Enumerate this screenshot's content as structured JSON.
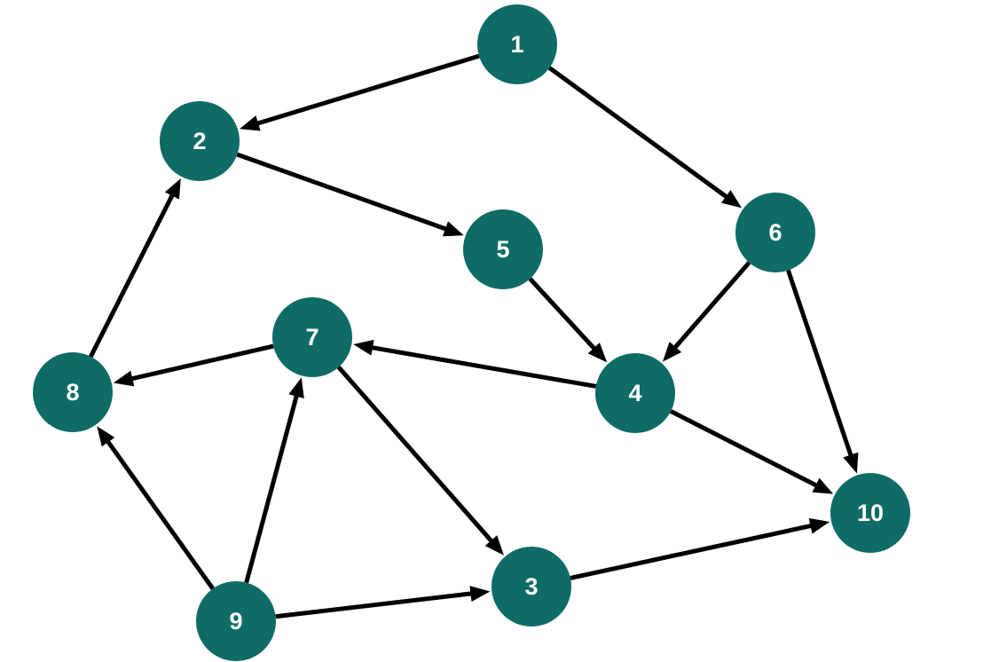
{
  "graph": {
    "directed": true,
    "node_color": "#0f6b66",
    "edge_color": "#000000",
    "label_color": "#ffffff",
    "nodes": [
      {
        "id": "1",
        "label": "1"
      },
      {
        "id": "2",
        "label": "2"
      },
      {
        "id": "3",
        "label": "3"
      },
      {
        "id": "4",
        "label": "4"
      },
      {
        "id": "5",
        "label": "5"
      },
      {
        "id": "6",
        "label": "6"
      },
      {
        "id": "7",
        "label": "7"
      },
      {
        "id": "8",
        "label": "8"
      },
      {
        "id": "9",
        "label": "9"
      },
      {
        "id": "10",
        "label": "10"
      }
    ],
    "edges": [
      {
        "from": "1",
        "to": "2"
      },
      {
        "from": "1",
        "to": "6"
      },
      {
        "from": "2",
        "to": "5"
      },
      {
        "from": "5",
        "to": "4"
      },
      {
        "from": "6",
        "to": "4"
      },
      {
        "from": "6",
        "to": "10"
      },
      {
        "from": "4",
        "to": "7"
      },
      {
        "from": "4",
        "to": "10"
      },
      {
        "from": "7",
        "to": "8"
      },
      {
        "from": "7",
        "to": "3"
      },
      {
        "from": "8",
        "to": "2"
      },
      {
        "from": "9",
        "to": "8"
      },
      {
        "from": "9",
        "to": "7"
      },
      {
        "from": "9",
        "to": "3"
      },
      {
        "from": "3",
        "to": "10"
      }
    ]
  }
}
